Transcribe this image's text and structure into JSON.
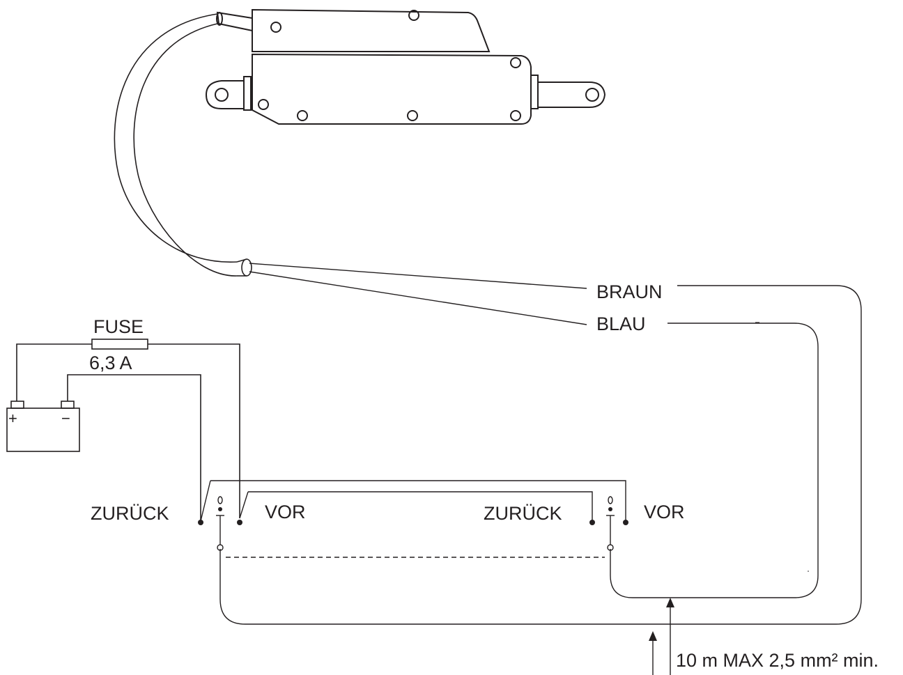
{
  "labels": {
    "fuse": "FUSE",
    "fuse_rating": "6,3 A",
    "battery_plus": "+",
    "battery_minus": "−",
    "wire_brown": "BRAUN",
    "wire_blue": "BLAU",
    "switch1_back": "ZURÜCK",
    "switch1_forward": "VOR",
    "switch2_back": "ZURÜCK",
    "switch2_forward": "VOR",
    "cable_spec": "10 m  MAX 2,5 mm² min."
  },
  "colors": {
    "line": "#231f20",
    "background": "#ffffff"
  }
}
